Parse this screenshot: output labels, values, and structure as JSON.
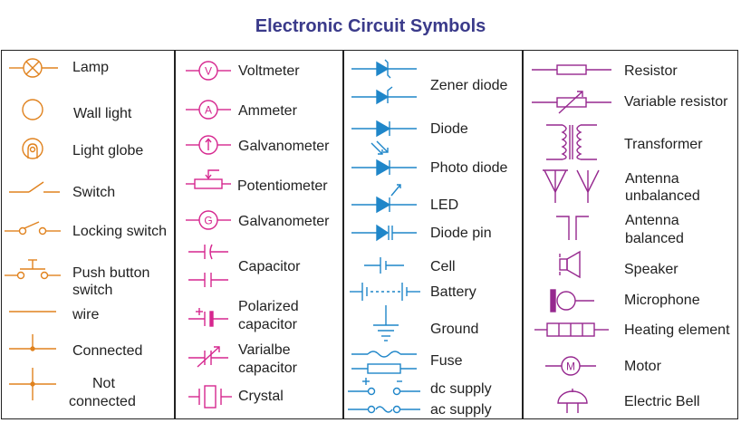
{
  "title": "Electronic Circuit Symbols",
  "colors": {
    "orange": "#e0821e",
    "magenta": "#d6278f",
    "blue": "#1f86c9",
    "purple": "#96288f",
    "title": "#3a3a8a"
  },
  "col1": {
    "lamp": "Lamp",
    "wall_light": "Wall light",
    "light_globe": "Light globe",
    "switch": "Switch",
    "locking_switch": "Locking switch",
    "push_button_1": "Push button",
    "push_button_2": "switch",
    "wire": "wire",
    "connected": "Connected",
    "not_connected_1": "Not",
    "not_connected_2": "connected"
  },
  "col2": {
    "voltmeter": "Voltmeter",
    "voltmeter_glyph": "V",
    "ammeter": "Ammeter",
    "ammeter_glyph": "A",
    "galvanometer_1": "Galvanometer",
    "potentiometer": "Potentiometer",
    "galvanometer_2": "Galvanometer",
    "galvanometer_2_glyph": "G",
    "capacitor": "Capacitor",
    "polarized_1": "Polarized",
    "polarized_2": "capacitor",
    "variable_cap_1": "Varialbe",
    "variable_cap_2": "capacitor",
    "crystal": "Crystal"
  },
  "col3": {
    "zener": "Zener diode",
    "diode": "Diode",
    "photo_diode": "Photo diode",
    "led": "LED",
    "diode_pin": "Diode pin",
    "cell": "Cell",
    "battery": "Battery",
    "ground": "Ground",
    "fuse": "Fuse",
    "dc_supply": "dc supply",
    "ac_supply": "ac supply"
  },
  "col4": {
    "resistor": "Resistor",
    "variable_resistor": "Variable resistor",
    "transformer": "Transformer",
    "antenna_unbalanced_1": "Antenna",
    "antenna_unbalanced_2": "unbalanced",
    "antenna_balanced_1": "Antenna",
    "antenna_balanced_2": "balanced",
    "speaker": "Speaker",
    "microphone": "Microphone",
    "heating_element": "Heating element",
    "motor": "Motor",
    "motor_glyph": "M",
    "electric_bell": "Electric Bell"
  }
}
